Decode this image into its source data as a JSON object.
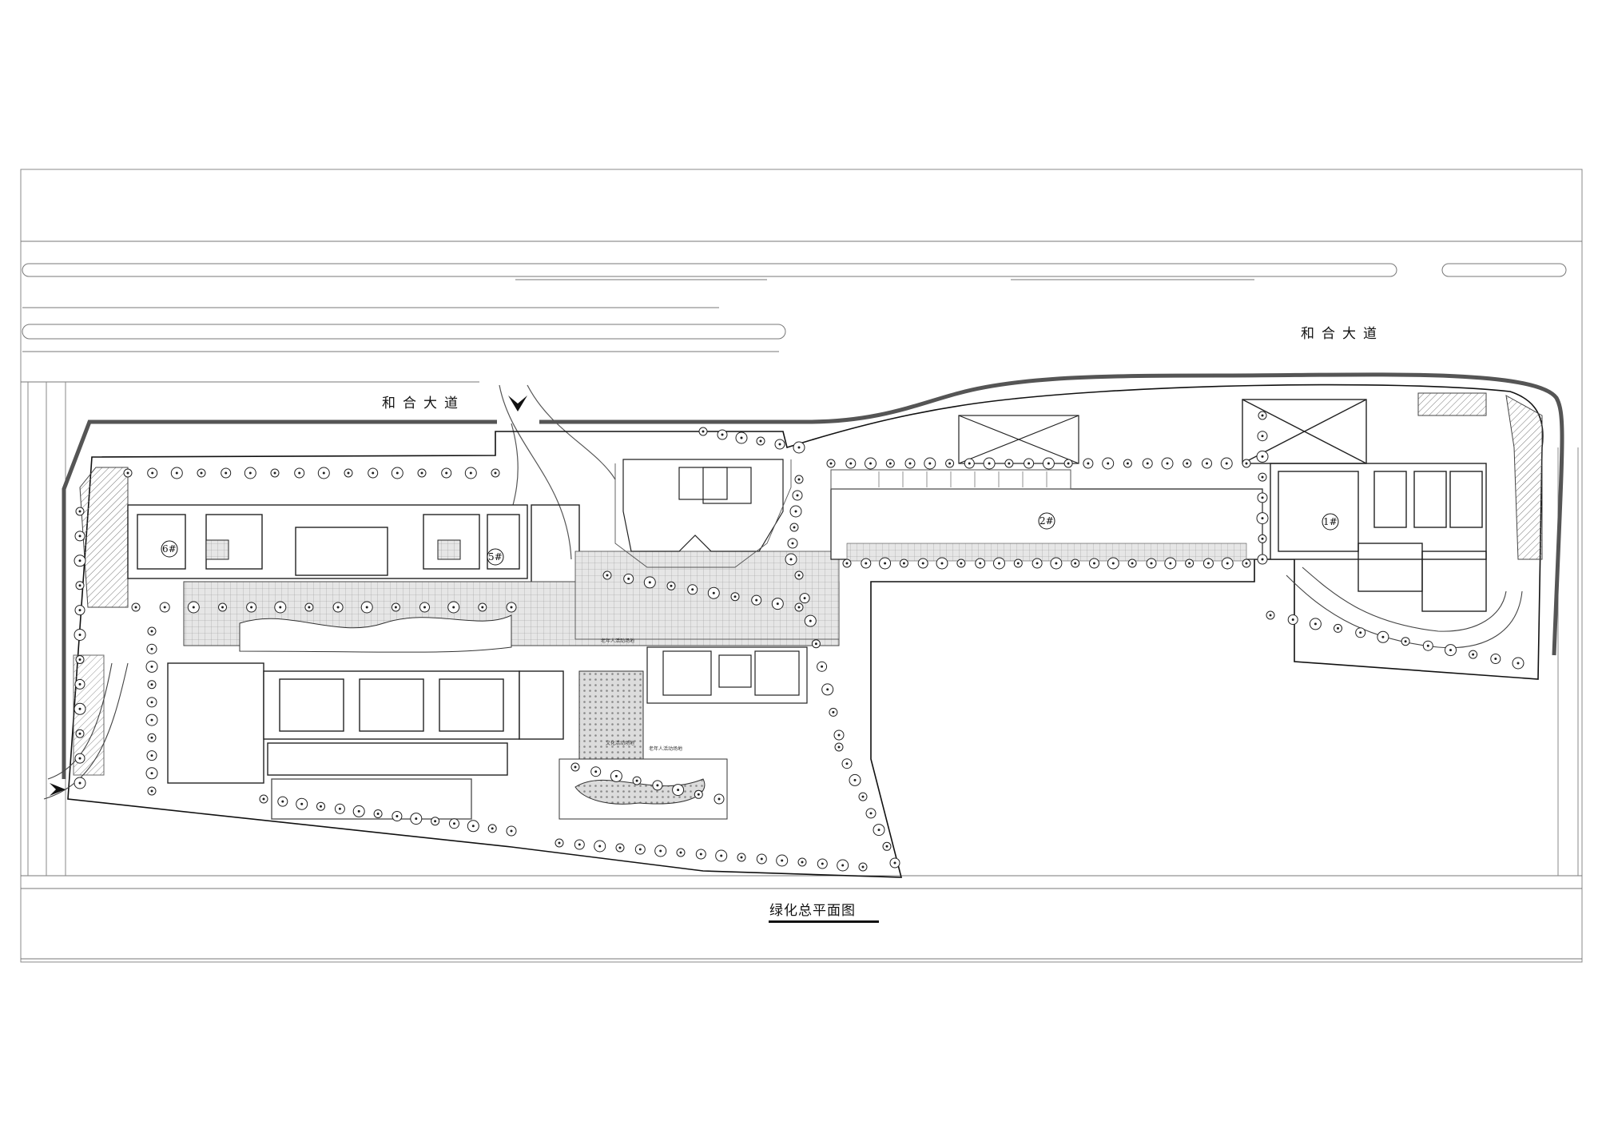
{
  "roads": {
    "north_road_label": "和合大道",
    "northeast_road_label": "和合大道"
  },
  "buildings": {
    "b1": "1#",
    "b2": "2#",
    "b5": "5#",
    "b6": "6#"
  },
  "zones": {
    "elderly_area_1": "老年人活动场地",
    "elderly_area_2": "老年人活动场地",
    "culture_area": "文化活动场地"
  },
  "drawing_title": "绿化总平面图",
  "colors": {
    "line": "#222222",
    "boundary": "#555555",
    "paving": "#cfcfcf"
  }
}
